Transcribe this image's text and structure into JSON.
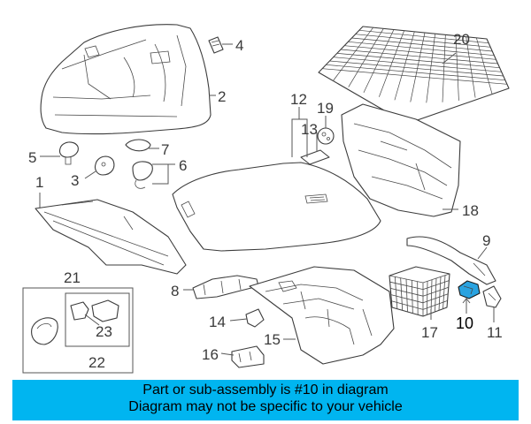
{
  "diagram": {
    "callouts": [
      {
        "id": "1",
        "label": "1"
      },
      {
        "id": "2",
        "label": "2"
      },
      {
        "id": "3",
        "label": "3"
      },
      {
        "id": "4",
        "label": "4"
      },
      {
        "id": "5",
        "label": "5"
      },
      {
        "id": "6",
        "label": "6"
      },
      {
        "id": "7",
        "label": "7"
      },
      {
        "id": "8",
        "label": "8"
      },
      {
        "id": "9",
        "label": "9"
      },
      {
        "id": "10",
        "label": "10"
      },
      {
        "id": "11",
        "label": "11"
      },
      {
        "id": "12",
        "label": "12"
      },
      {
        "id": "13",
        "label": "13"
      },
      {
        "id": "14",
        "label": "14"
      },
      {
        "id": "15",
        "label": "15"
      },
      {
        "id": "16",
        "label": "16"
      },
      {
        "id": "17",
        "label": "17"
      },
      {
        "id": "18",
        "label": "18"
      },
      {
        "id": "19",
        "label": "19"
      },
      {
        "id": "20",
        "label": "20"
      },
      {
        "id": "21",
        "label": "21"
      },
      {
        "id": "22",
        "label": "22"
      },
      {
        "id": "23",
        "label": "23"
      }
    ],
    "highlighted_part": "10",
    "highlight_color": "#2aa3e0"
  },
  "banner": {
    "line1": "Part or sub-assembly is #10 in diagram",
    "line2": "Diagram may not be specific to your vehicle",
    "background": "#00b5f0"
  }
}
